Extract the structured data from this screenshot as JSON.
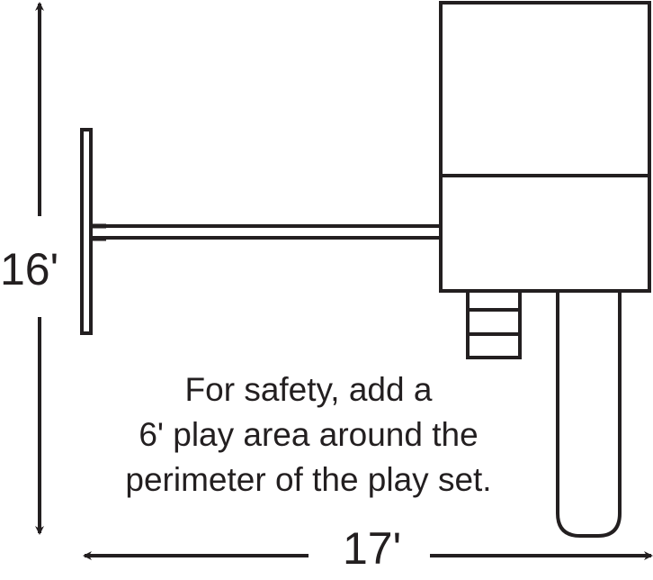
{
  "dimensions": {
    "height_label": "16'",
    "width_label": "17'"
  },
  "note": {
    "lines": [
      "For safety, add a",
      "6' play area around the",
      "perimeter of the play set."
    ]
  },
  "colors": {
    "stroke": "#231f20",
    "background": "#ffffff"
  }
}
